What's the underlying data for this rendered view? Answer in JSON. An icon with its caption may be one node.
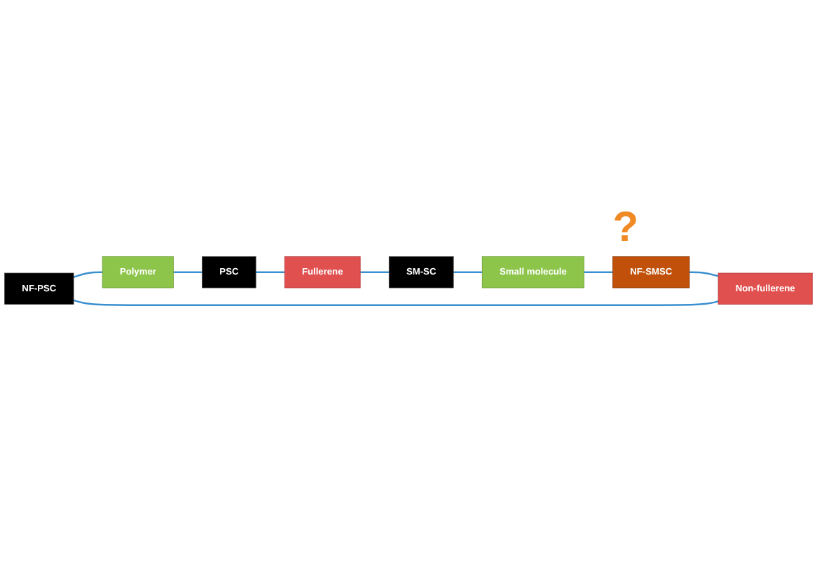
{
  "diagram": {
    "nodes": [
      {
        "text": [
          "NF-PSC"
        ]
      },
      {
        "text": [
          "Polymer"
        ]
      },
      {
        "text": [
          "PSC"
        ]
      },
      {
        "text": [
          "Non-fullerene"
        ]
      },
      {
        "text": [
          "Fullerene"
        ]
      },
      {
        "text": [
          "NF-SMSC"
        ],
        "beside": [
          "?"
        ]
      },
      {
        "text": [
          "Small molecule"
        ]
      },
      {
        "text": [
          "SM-SC"
        ]
      }
    ],
    "edges": [
      {
        "from": 0,
        "to": 1,
        "arrow": "none"
      },
      {
        "from": 1,
        "to": 2,
        "arrow": "none"
      },
      {
        "from": 2,
        "to": 4,
        "arrow": "none"
      },
      {
        "from": 4,
        "to": 7,
        "arrow": "none"
      },
      {
        "from": 7,
        "to": 6,
        "arrow": "none"
      },
      {
        "from": 6,
        "to": 5,
        "arrow": "none"
      },
      {
        "from": 5,
        "to": 3,
        "arrow": "none"
      },
      {
        "from": 3,
        "to": 0,
        "arrow": "none"
      }
    ]
  }
}
